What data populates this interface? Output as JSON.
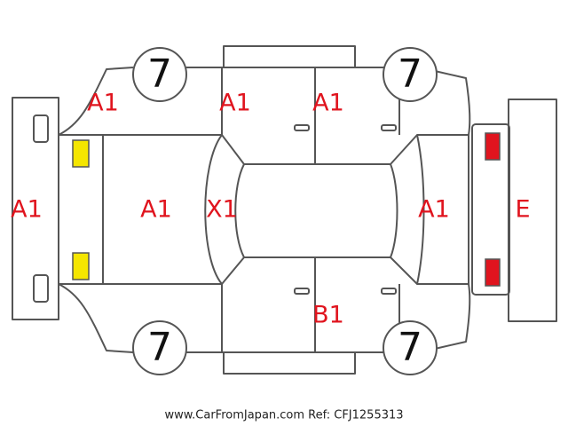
{
  "tyres": {
    "front_left": "7",
    "front_right": "7",
    "rear_left": "7",
    "rear_right": "7"
  },
  "codes": {
    "front_bumper": "A1",
    "bonnet": "A1",
    "roof": "X1",
    "tailgate": "A1",
    "rear_bumper": "E",
    "left_front_fender": "A1",
    "left_front_door": "A1",
    "left_rear_door": "A1",
    "right_rear_door": "B1"
  },
  "lamp_colors": {
    "front": "#f5e600",
    "rear": "#e0141e"
  },
  "footer": "www.CarFromJapan.com Ref: CFJ1255313"
}
